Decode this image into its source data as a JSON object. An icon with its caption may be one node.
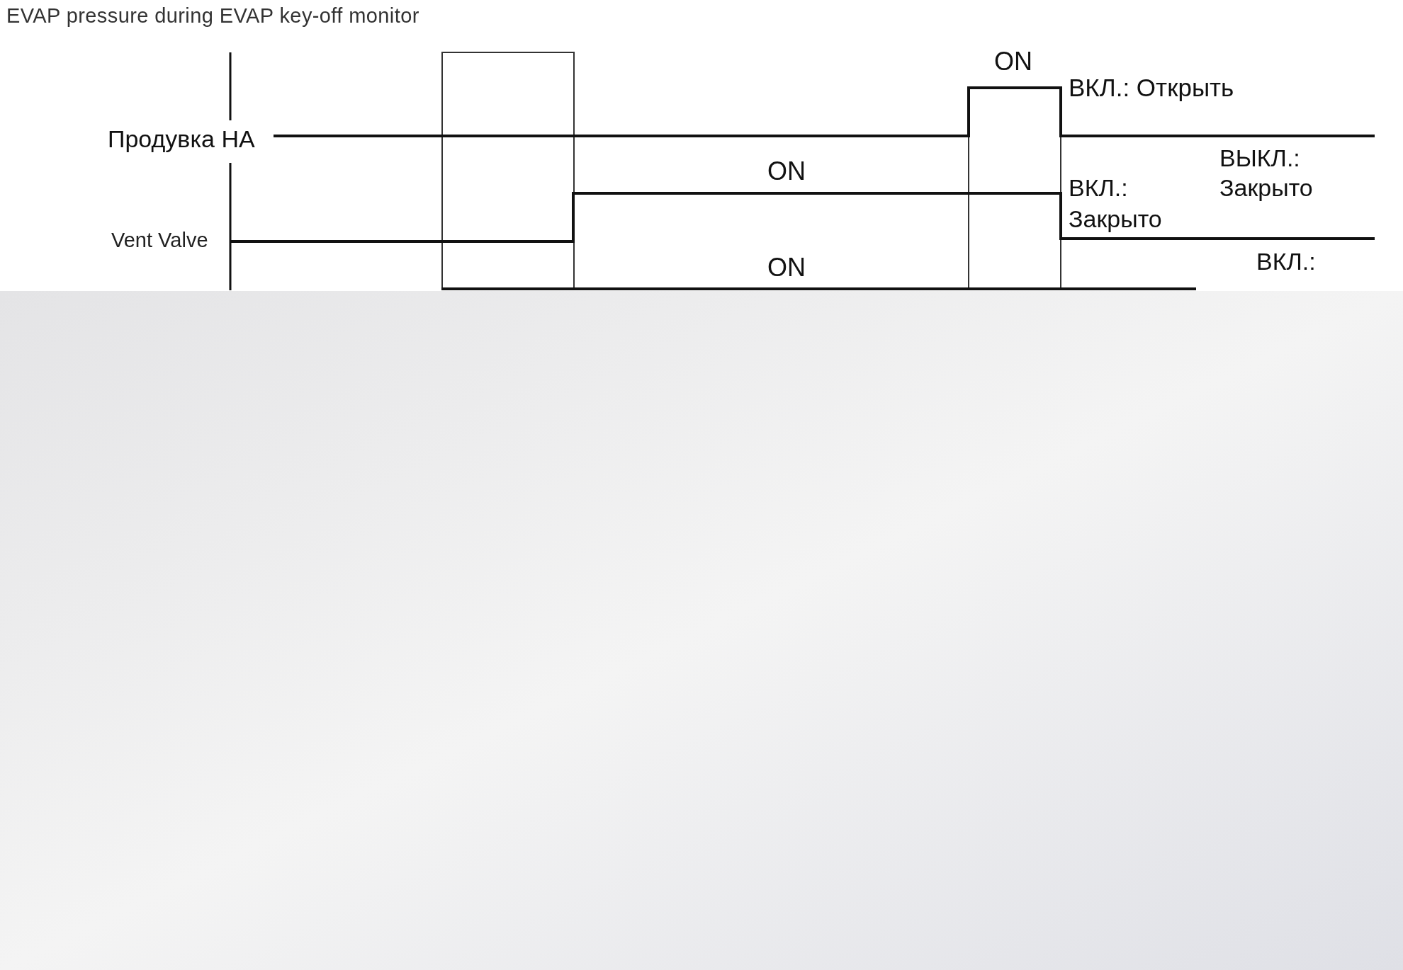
{
  "diagram": {
    "title": "EVAP pressure during EVAP key-off monitor",
    "labels": [
      "ON",
      "ВКЛ.: Открыть",
      "Продувка НА",
      "ВЫКЛ.: Закрыто",
      "ON",
      "ВКЛ.: Закрыто",
      "Vent Valve",
      "ВКЛ.:",
      "ON"
    ]
  }
}
